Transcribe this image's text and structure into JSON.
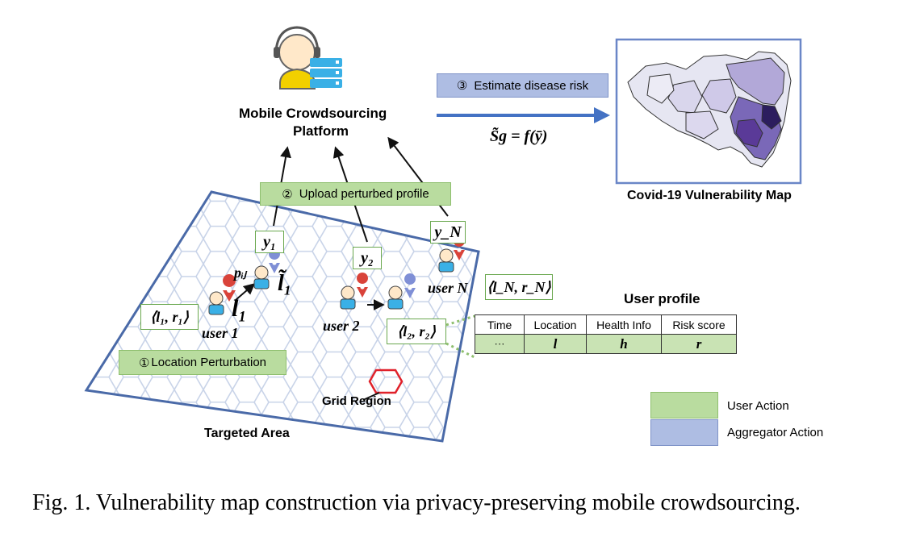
{
  "platform": {
    "line1": "Mobile Crowdsourcing",
    "line2": "Platform"
  },
  "steps": {
    "estimate": {
      "num": "③",
      "text": "Estimate disease risk"
    },
    "upload": {
      "num": "②",
      "text": "Upload perturbed profile"
    },
    "perturb": {
      "num": "①",
      "text": "Location Perturbation"
    }
  },
  "formula": "S̃g = f(ȳ)",
  "map_title": "Covid-19 Vulnerability Map",
  "area": {
    "label": "Targeted Area",
    "grid_label": "Grid Region"
  },
  "reports": {
    "y1": "y₁",
    "y2": "y₂",
    "yN": "y_N"
  },
  "users": {
    "user1": "user 1",
    "user2": "user 2",
    "userN": "user N"
  },
  "location_labels": {
    "l1": "l₁",
    "l1_tilde": "l̃₁",
    "pij": "pᵢⱼ"
  },
  "profiles": {
    "p1": "⟨l₁, r₁⟩",
    "p2": "⟨l₂, r₂⟩",
    "pN": "⟨l_N, r_N⟩"
  },
  "user_profile": {
    "title": "User profile",
    "headers": [
      "Time",
      "Location",
      "Health Info",
      "Risk score"
    ],
    "values": [
      "···",
      "l",
      "h",
      "r"
    ]
  },
  "legend": [
    {
      "label": "User Action",
      "color": "#b9dc9f"
    },
    {
      "label": "Aggregator Action",
      "color": "#aebde3"
    }
  ],
  "colors": {
    "arrow_blue": "#4472c4",
    "grid_blue": "#4a6aa8",
    "pin_red": "#d9433a",
    "pin_purple": "#7f8fd6"
  },
  "caption": "Fig. 1.    Vulnerability map construction via privacy-preserving mobile crowdsourcing."
}
